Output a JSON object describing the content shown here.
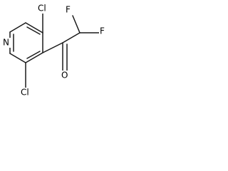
{
  "colors": {
    "bond": "#1a1a1a",
    "label": "#000000",
    "background": "#ffffff"
  },
  "atoms": {
    "nitrogen": "N",
    "chlorine_top": "Cl",
    "chlorine_bottom": "Cl",
    "fluorine_left": "F",
    "fluorine_right": "F",
    "oxygen": "O"
  }
}
